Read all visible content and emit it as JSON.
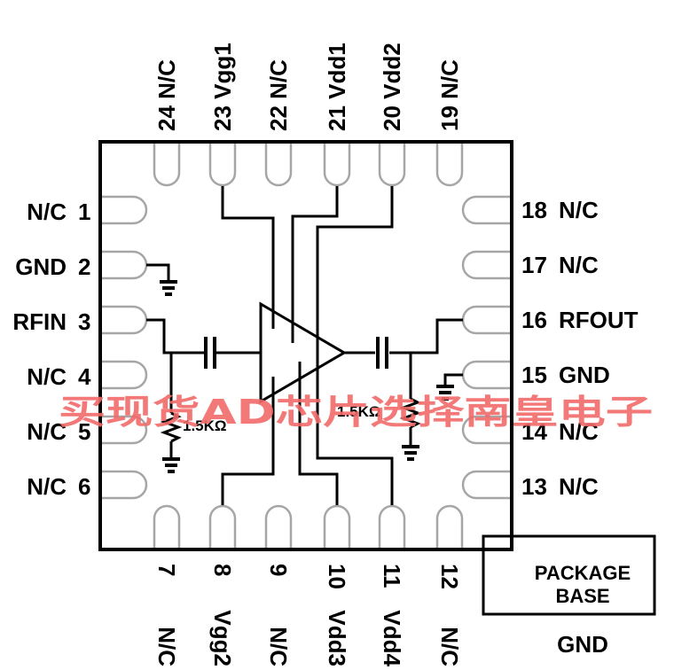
{
  "pins_left": [
    {
      "name": "N/C",
      "num": "1"
    },
    {
      "name": "GND",
      "num": "2"
    },
    {
      "name": "RFIN",
      "num": "3"
    },
    {
      "name": "N/C",
      "num": "4"
    },
    {
      "name": "N/C",
      "num": "5"
    },
    {
      "name": "N/C",
      "num": "6"
    }
  ],
  "pins_right": [
    {
      "num": "18",
      "name": "N/C"
    },
    {
      "num": "17",
      "name": "N/C"
    },
    {
      "num": "16",
      "name": "RFOUT"
    },
    {
      "num": "15",
      "name": "GND"
    },
    {
      "num": "14",
      "name": "N/C"
    },
    {
      "num": "13",
      "name": "N/C"
    }
  ],
  "pins_top": [
    {
      "num": "24",
      "name": "N/C"
    },
    {
      "num": "23",
      "name": "Vgg1"
    },
    {
      "num": "22",
      "name": "N/C"
    },
    {
      "num": "21",
      "name": "Vdd1"
    },
    {
      "num": "20",
      "name": "Vdd2"
    },
    {
      "num": "19",
      "name": "N/C"
    }
  ],
  "pins_bottom": [
    {
      "num": "7",
      "name": "N/C"
    },
    {
      "num": "8",
      "name": "Vgg2"
    },
    {
      "num": "9",
      "name": "N/C"
    },
    {
      "num": "10",
      "name": "Vdd3"
    },
    {
      "num": "11",
      "name": "Vdd4"
    },
    {
      "num": "12",
      "name": "N/C"
    }
  ],
  "resistor_in_label": "1.5KΩ",
  "resistor_out_label": "1.5KΩ",
  "package_base": {
    "line1": "PACKAGE",
    "line2": "BASE",
    "gnd": "GND"
  },
  "watermark": "买现货AD芯片选择南皇电子"
}
